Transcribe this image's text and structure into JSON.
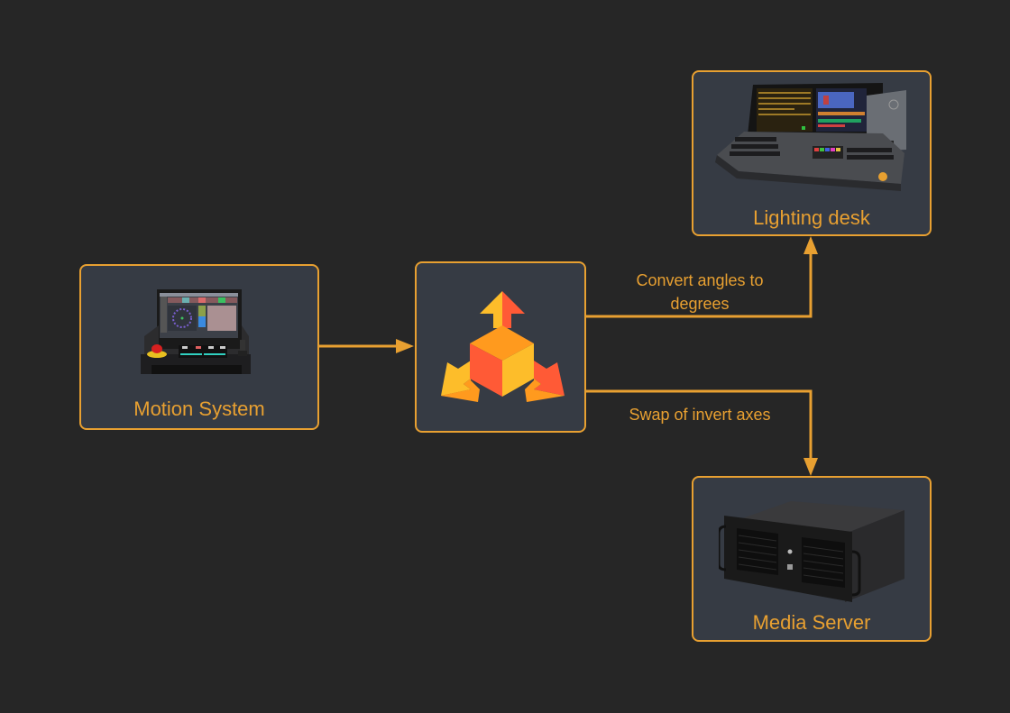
{
  "diagram": {
    "accent_color": "#e8a031",
    "background_color": "#262626",
    "node_fill_color": "#363b44",
    "nodes": {
      "motion_system": {
        "label": "Motion System",
        "icon": "motion-control-console-icon"
      },
      "hub": {
        "label": "",
        "icon": "3d-cube-axes-arrows-icon"
      },
      "lighting_desk": {
        "label": "Lighting desk",
        "icon": "lighting-console-icon"
      },
      "media_server": {
        "label": "Media Server",
        "icon": "rack-server-icon"
      }
    },
    "edges": [
      {
        "from": "Motion System",
        "to": "hub",
        "label": ""
      },
      {
        "from": "hub",
        "to": "Lighting desk",
        "label": "Convert angles to degrees"
      },
      {
        "from": "hub",
        "to": "Media Server",
        "label": "Swap of invert axes"
      }
    ],
    "edge_labels": {
      "to_lighting_line1": "Convert angles to",
      "to_lighting_line2": "degrees",
      "to_media": "Swap of invert axes"
    }
  }
}
